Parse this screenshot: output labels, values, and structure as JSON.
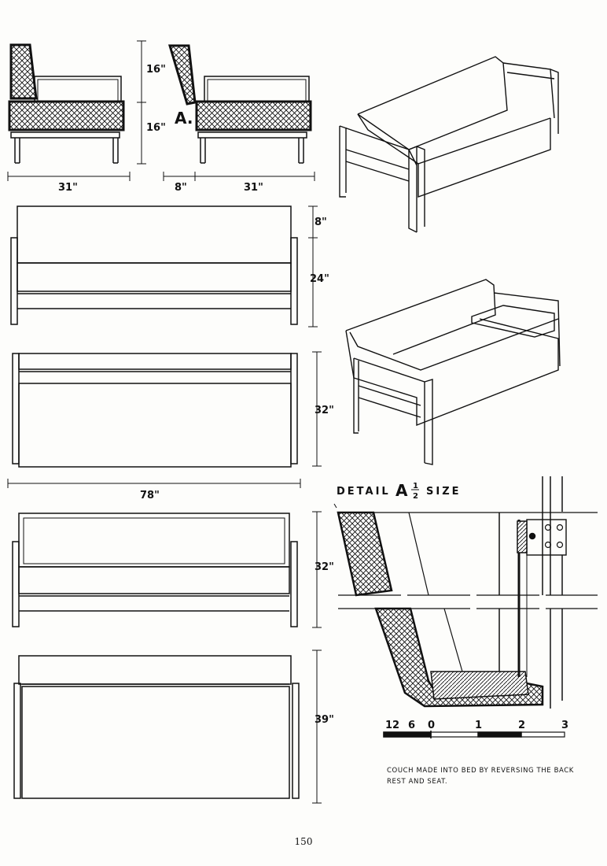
{
  "dimensions": {
    "side_back_height": "16\"",
    "side_seat_height": "16\"",
    "marker_a": "A.",
    "side_depth_left": "31\"",
    "side_back_offset": "8\"",
    "side_depth_right": "31\"",
    "back_top": "8\"",
    "back_height": "24\"",
    "front_height": "32\"",
    "overall_width": "78\"",
    "bed_front_height": "32\"",
    "bed_depth": "39\""
  },
  "detail": {
    "title": "DETAIL",
    "letter": "A",
    "scale_num": "1",
    "scale_den": "2",
    "size": "SIZE",
    "scale_labels": [
      "12",
      "6",
      "0",
      "1",
      "2",
      "3"
    ]
  },
  "caption": "COUCH MADE INTO BED BY REVERSING THE BACK REST AND SEAT.",
  "page_number": "150",
  "colors": {
    "ink": "#111111",
    "paper": "#fdfdfb"
  }
}
